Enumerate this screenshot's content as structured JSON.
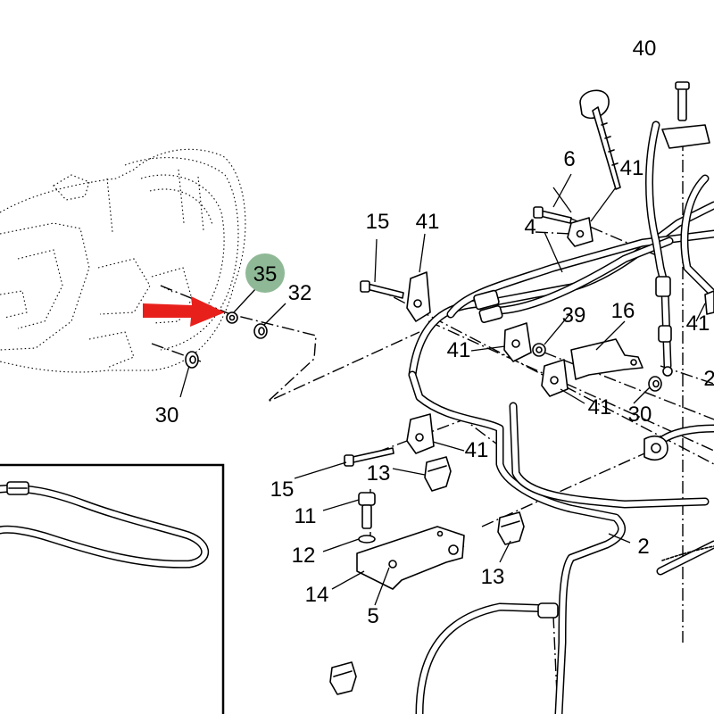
{
  "highlight": {
    "part_number": "35",
    "badge_color": "#8fb996",
    "arrow_color": "#e8201c"
  },
  "callouts": {
    "c40": "40",
    "c6": "6",
    "c41_top": "41",
    "c4": "4",
    "c15_top": "15",
    "c41_a": "41",
    "c32": "32",
    "c16": "16",
    "c39": "39",
    "c41_b": "41",
    "c41_right": "41",
    "c41_c": "41",
    "c30_left": "30",
    "c30_right": "30",
    "c41_d": "41",
    "c2_right": "2",
    "c15_mid": "15",
    "c13_a": "13",
    "c11": "11",
    "c12": "12",
    "c13_b": "13",
    "c2_mid": "2",
    "c14": "14",
    "c5": "5"
  }
}
